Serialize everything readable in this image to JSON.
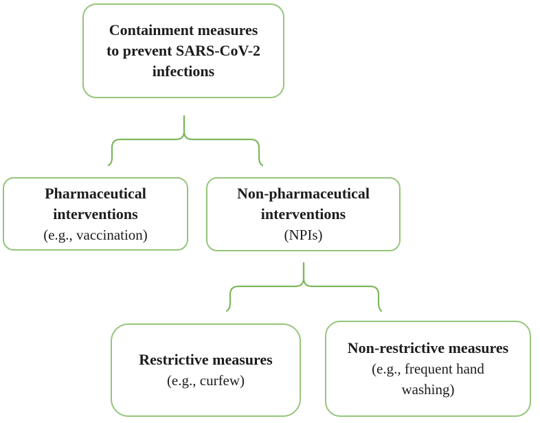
{
  "colors": {
    "background": "#ffffff",
    "box_border": "#94c579",
    "connector": "#7db75c",
    "text": "#1c1c1c"
  },
  "nodes": {
    "root": {
      "lines": [
        "Containment measures",
        "to prevent SARS-CoV-2",
        "infections"
      ]
    },
    "pharmaceutical": {
      "title_lines": [
        "Pharmaceutical",
        "interventions"
      ],
      "subtitle_lines": [
        "(e.g., vaccination)"
      ]
    },
    "non_pharmaceutical": {
      "title_lines": [
        "Non-pharmaceutical",
        "interventions"
      ],
      "subtitle_lines": [
        "(NPIs)"
      ]
    },
    "restrictive": {
      "title_lines": [
        "Restrictive measures"
      ],
      "subtitle_lines": [
        "(e.g., curfew)"
      ]
    },
    "non_restrictive": {
      "title_lines": [
        "Non-restrictive measures"
      ],
      "subtitle_lines": [
        "(e.g., frequent hand",
        "washing)"
      ]
    }
  }
}
